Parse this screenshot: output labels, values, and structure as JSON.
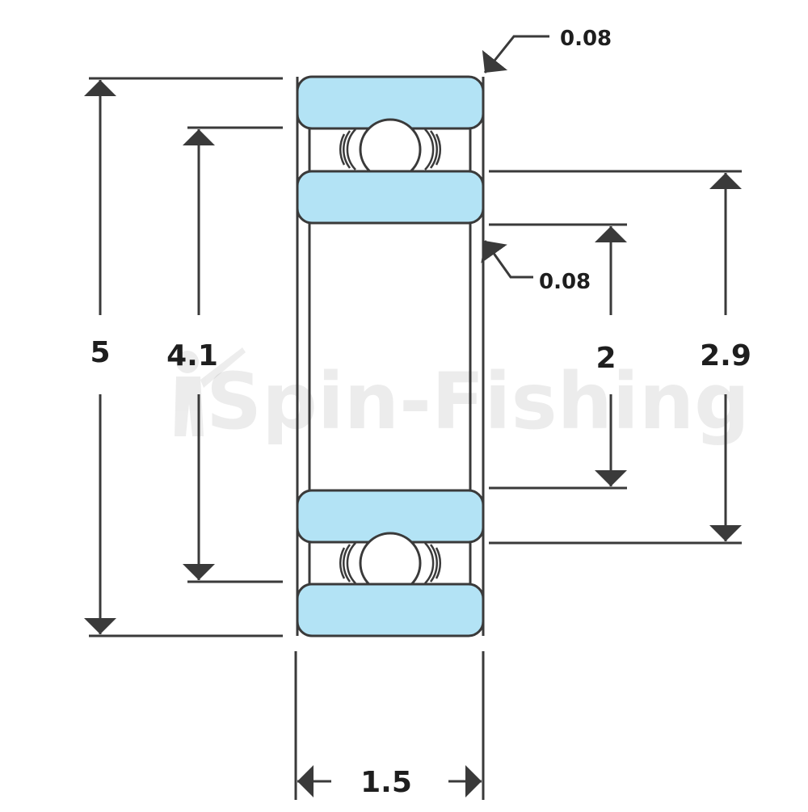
{
  "diagram": {
    "dimensions": {
      "outer_diameter": "5",
      "outer_ring_inner_diameter": "4.1",
      "inner_ring_outer_diameter": "2.9",
      "bore_diameter": "2",
      "width": "1.5",
      "top_chamfer": "0.08",
      "bore_chamfer": "0.08"
    },
    "watermark": "Spin-Fishing",
    "colors": {
      "ring_fill": "#b3e3f5",
      "line": "#3a3a3a",
      "ball_fill": "#ffffff"
    }
  }
}
